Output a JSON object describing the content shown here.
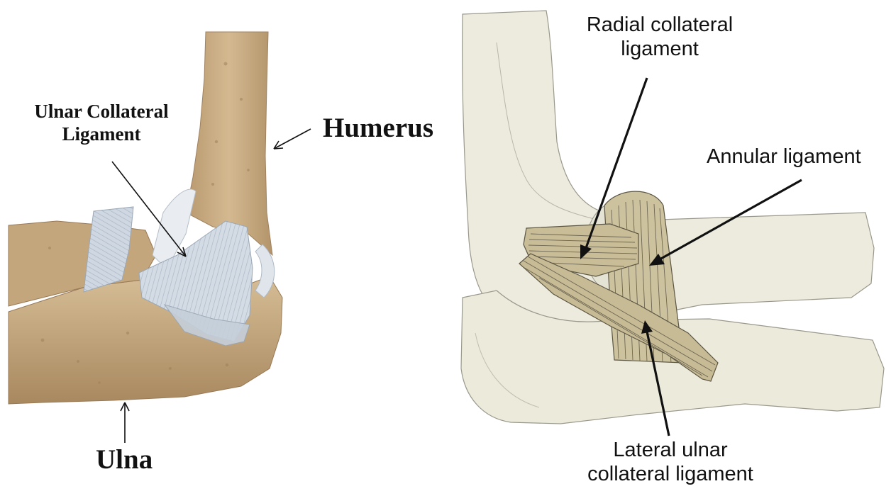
{
  "left_panel": {
    "labels": {
      "ucl_line1": "Ulnar Collateral",
      "ucl_line2": "Ligament",
      "humerus": "Humerus",
      "ulna": "Ulna"
    },
    "colors": {
      "bone": "#c9ad86",
      "bone_shadow": "#a88a63",
      "ligament": "#c8d3de",
      "cartilage": "#e6ebf0"
    }
  },
  "right_panel": {
    "labels": {
      "radial_line1": "Radial collateral",
      "radial_line2": "ligament",
      "annular": "Annular ligament",
      "lateral_line1": "Lateral ulnar",
      "lateral_line2": "collateral ligament"
    },
    "colors": {
      "bone": "#eceadb",
      "bone_outline": "#9a988c",
      "ligament": "#c9bd98",
      "ligament_outline": "#5b5543"
    }
  }
}
